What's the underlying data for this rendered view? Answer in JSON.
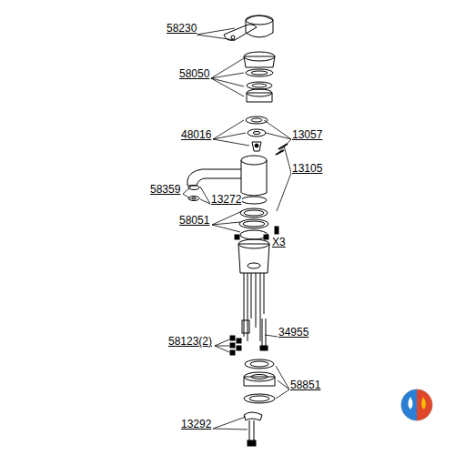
{
  "diagram": {
    "labels": [
      "58230",
      "58050",
      "48016",
      "13057",
      "13105",
      "58359",
      "13272",
      "58051",
      "X3",
      "34955",
      "58123(2)",
      "58851",
      "13292"
    ]
  }
}
